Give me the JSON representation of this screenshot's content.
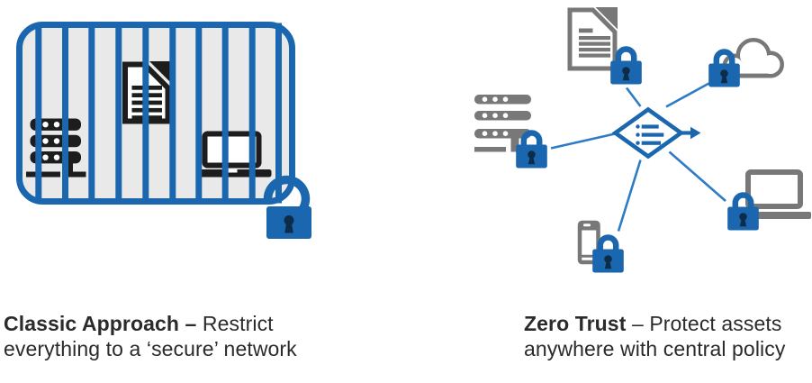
{
  "colors": {
    "blue": "#1a66af",
    "line_blue": "#2f7cc6",
    "gray": "#787878",
    "dark_icon": "#1d1d1d",
    "cage_fill": "#e9e9e9",
    "keyhole": "#0d2c49",
    "text": "#2b2b2b",
    "white": "#ffffff"
  },
  "left_panel": {
    "caption_bold": "Classic Approach –",
    "caption_regular": " Restrict",
    "caption_line2": "everything to a ‘secure’ network",
    "items": [
      "server",
      "document",
      "laptop"
    ],
    "lock": "open-padlock"
  },
  "right_panel": {
    "caption_bold": "Zero Trust",
    "caption_regular": " – Protect assets",
    "caption_line2": "anywhere with central policy",
    "center": "policy-engine-diamond",
    "nodes": [
      "document",
      "cloud",
      "server",
      "laptop",
      "phone"
    ],
    "node_locks": "closed-padlock"
  }
}
